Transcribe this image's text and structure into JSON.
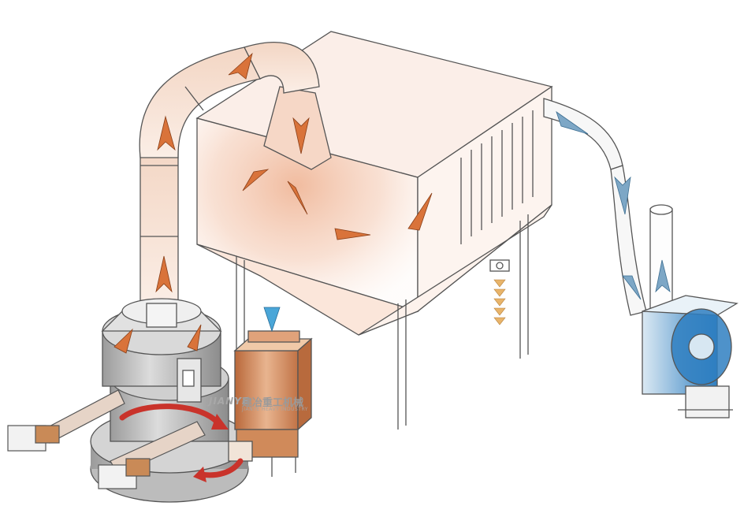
{
  "logo": {
    "mark": "JIANYE",
    "cn_name": "建冶重工机械",
    "en_name": "JIANYE HEAVY INDUSTRY"
  },
  "colors": {
    "line": "#555555",
    "dust": "#f3c7b0",
    "arrow_orange": "#d9733a",
    "arrow_blue": "#7da7c6",
    "fan_blue": "#3f88c4",
    "arrow_red": "#c9332b",
    "mill_grey": "#c9c9c9",
    "hopper_orange": "#c87a45"
  }
}
